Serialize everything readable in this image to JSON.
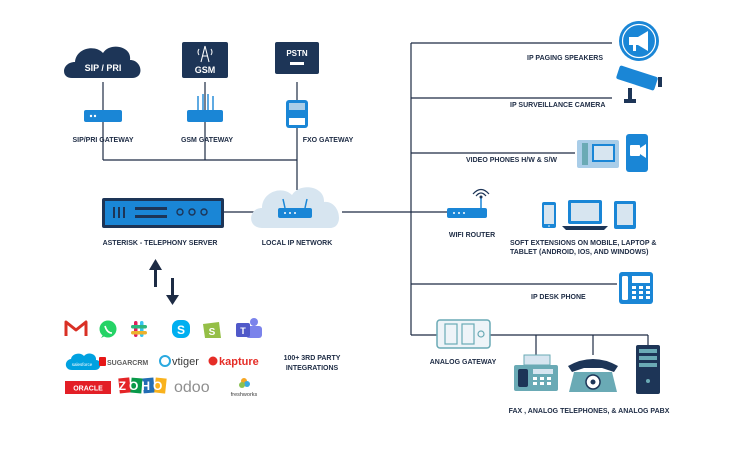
{
  "colors": {
    "navy": "#1d3557",
    "dark": "#1d2b44",
    "blue": "#1a86d6",
    "light_blue": "#a9cde8",
    "cloud": "#d7e5f0",
    "teal": "#6aaab5"
  },
  "sources": {
    "sip_pri": "SIP / PRI",
    "gsm": "GSM",
    "pstn": "PSTN"
  },
  "gateways": {
    "sip_gateway": "SIP/PRI GATEWAY",
    "gsm_gateway": "GSM GATEWAY",
    "fxo_gateway": "FXO GATEWAY"
  },
  "server": {
    "label": "ASTERISK - TELEPHONY SERVER"
  },
  "network": {
    "label": "LOCAL IP NETWORK"
  },
  "endpoints": {
    "paging": "IP PAGING SPEAKERS",
    "camera": "IP SURVEILLANCE CAMERA",
    "video_phones": "VIDEO PHONES H/W & S/W",
    "wifi_router": "WIFI ROUTER",
    "soft_ext_line1": "SOFT EXTENSIONS ON  MOBILE, LAPTOP &",
    "soft_ext_line2": "TABLET (ANDROID, IOS, AND WINDOWS)",
    "desk_phone": "IP DESK PHONE",
    "analog_gateway": "ANALOG GATEWAY",
    "analog_devices": "FAX , ANALOG TELEPHONES, & ANALOG PABX"
  },
  "integrations": {
    "line1": "100+ 3RD PARTY",
    "line2": "INTEGRATIONS",
    "sugarcrm": "SUGARCRM",
    "vtiger": "vtiger",
    "kapture": "kapture",
    "oracle": "ORACLE",
    "zoho": "ZOHO",
    "odoo": "odoo",
    "freshworks": "freshworks",
    "salesforce": "salesforce"
  },
  "icons": [
    "gmail-icon",
    "whatsapp-icon",
    "slack-icon",
    "skype-icon",
    "shopify-icon",
    "teams-icon",
    "megaphone-icon",
    "camera-icon",
    "video-phone-icon",
    "video-camera-icon",
    "router-icon",
    "mobile-icon",
    "laptop-icon",
    "tablet-icon",
    "desk-phone-icon",
    "fax-icon",
    "telephone-icon",
    "pabx-icon"
  ]
}
